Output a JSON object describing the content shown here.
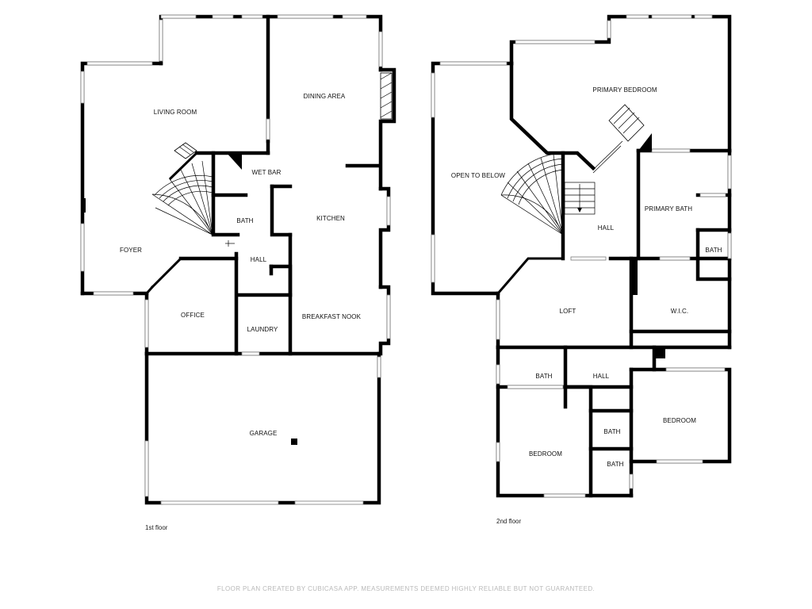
{
  "floors": [
    {
      "label": "1st floor",
      "rooms": {
        "living_room": "LIVING ROOM",
        "dining_area": "DINING AREA",
        "wet_bar": "WET BAR",
        "bath": "BATH",
        "kitchen": "KITCHEN",
        "foyer": "FOYER",
        "hall": "HALL",
        "office": "OFFICE",
        "laundry": "LAUNDRY",
        "breakfast_nook": "BREAKFAST NOOK",
        "garage": "GARAGE"
      }
    },
    {
      "label": "2nd floor",
      "rooms": {
        "primary_bedroom": "PRIMARY BEDROOM",
        "open_to_below": "OPEN TO BELOW",
        "primary_bath": "PRIMARY BATH",
        "hall_upper": "HALL",
        "bath_small": "BATH",
        "loft": "LOFT",
        "wic": "W.I.C.",
        "bath_left": "BATH",
        "hall_lower": "HALL",
        "bedroom_right": "BEDROOM",
        "bath_center_1": "BATH",
        "bedroom_left": "BEDROOM",
        "bath_center_2": "BATH"
      }
    }
  ],
  "footer": "FLOOR PLAN CREATED BY CUBICASA APP. MEASUREMENTS DEEMED HIGHLY RELIABLE BUT NOT GUARANTEED."
}
